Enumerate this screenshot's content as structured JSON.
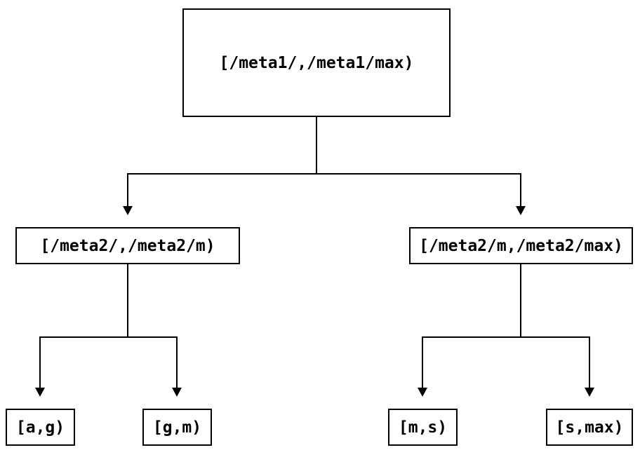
{
  "diagram": {
    "type": "tree",
    "description": "Binary interval-partition tree with four leaf ranges",
    "colors": {
      "background": "#ffffff",
      "box_border": "#000000",
      "line": "#000000",
      "text": "#000000"
    },
    "nodes": {
      "root": {
        "label": "[/meta1/,/meta1/max)"
      },
      "left_child": {
        "label": "[/meta2/,/meta2/m)"
      },
      "right_child": {
        "label": "[/meta2/m,/meta2/max)"
      },
      "leaf_ag": {
        "label": "[a,g)"
      },
      "leaf_gm": {
        "label": "[g,m)"
      },
      "leaf_ms": {
        "label": "[m,s)"
      },
      "leaf_smax": {
        "label": "[s,max)"
      }
    },
    "edges": [
      {
        "from": "root",
        "to": "left_child"
      },
      {
        "from": "root",
        "to": "right_child"
      },
      {
        "from": "left_child",
        "to": "leaf_ag"
      },
      {
        "from": "left_child",
        "to": "leaf_gm"
      },
      {
        "from": "right_child",
        "to": "leaf_ms"
      },
      {
        "from": "right_child",
        "to": "leaf_smax"
      }
    ]
  }
}
